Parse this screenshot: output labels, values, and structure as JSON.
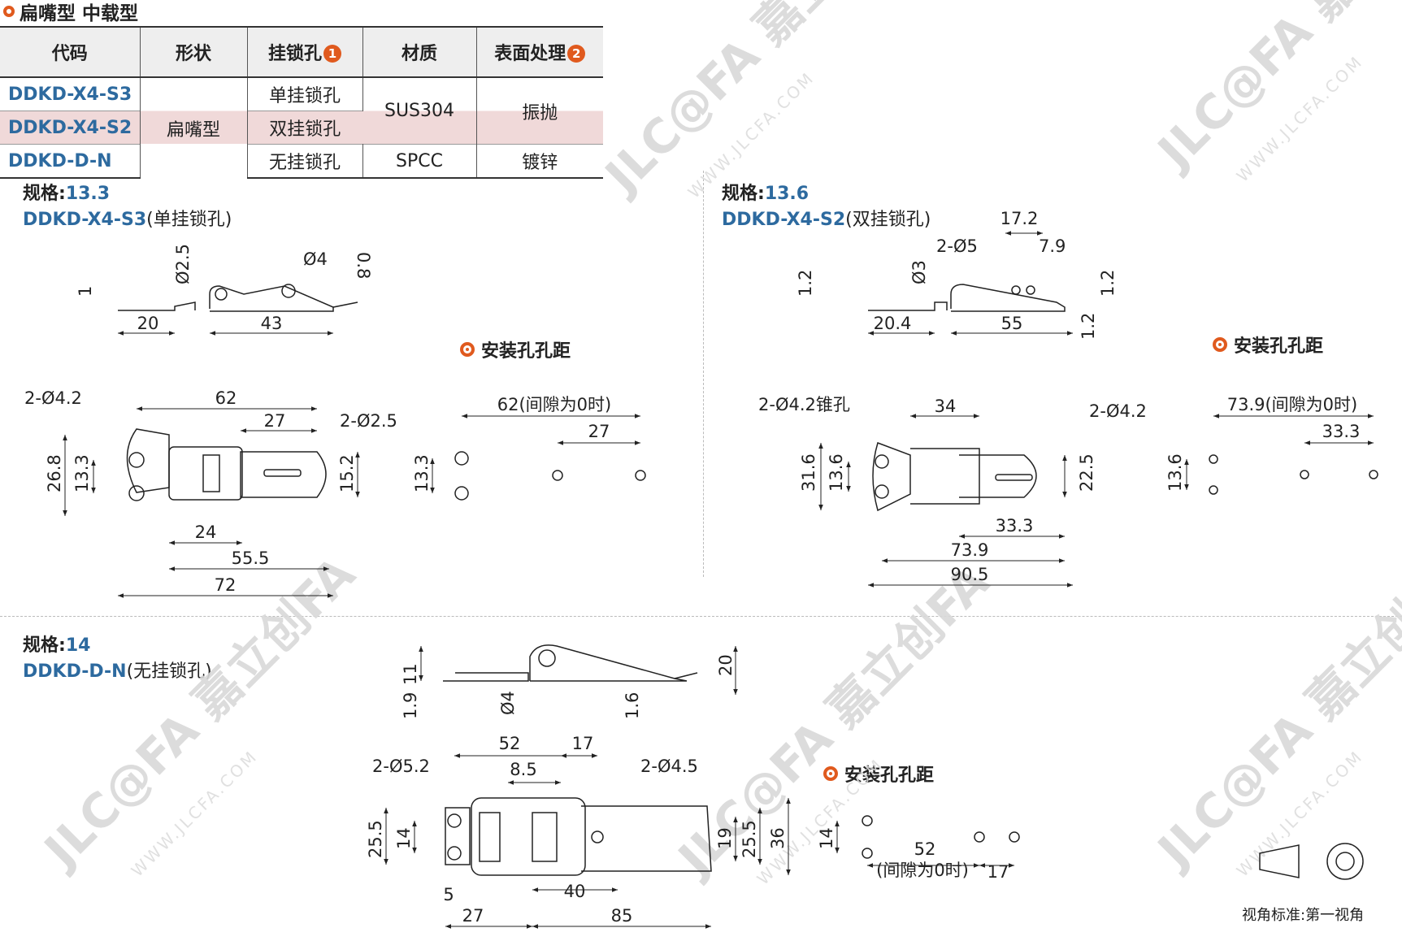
{
  "header": {
    "title": "扁嘴型 中载型"
  },
  "table": {
    "columns": [
      "代码",
      "形状",
      "挂锁孔",
      "材质",
      "表面处理"
    ],
    "badges": {
      "hole": "1",
      "surface": "2"
    },
    "rows": [
      {
        "code": "DDKD-X4-S3",
        "hole": "单挂锁孔"
      },
      {
        "code": "DDKD-X4-S2",
        "hole": "双挂锁孔"
      },
      {
        "code": "DDKD-D-N",
        "hole": "无挂锁孔"
      }
    ],
    "shape": "扁嘴型",
    "material_a": "SUS304",
    "material_b": "SPCC",
    "surface_a": "振抛",
    "surface_b": "镀锌"
  },
  "specs": [
    {
      "label": "规格:",
      "value": "13.3",
      "code": "DDKD-X4-S3",
      "desc": "(单挂锁孔)"
    },
    {
      "label": "规格:",
      "value": "13.6",
      "code": "DDKD-X4-S2",
      "desc": "(双挂锁孔)"
    },
    {
      "label": "规格:",
      "value": "14",
      "code": "DDKD-D-N",
      "desc": "(无挂锁孔)"
    }
  ],
  "hole_title": "安装孔孔距",
  "dims": {
    "s1": {
      "top_d25": "Ø2.5",
      "top_d4": "Ø4",
      "top_08": "0.8",
      "top_1": "1",
      "top_20": "20",
      "top_43": "43",
      "h1": "2-Ø4.2",
      "h2": "62",
      "h3": "27",
      "h4": "2-Ø2.5",
      "v1": "26.8",
      "v2": "13.3",
      "v3": "15.2",
      "b1": "24",
      "b2": "55.5",
      "b3": "72",
      "p_top": "62(间隙为0时)",
      "p_27": "27",
      "p_v": "13.3"
    },
    "s2": {
      "t172": "17.2",
      "t25": "2-Ø5",
      "t79": "7.9",
      "t3": "Ø3",
      "t12a": "1.2",
      "t12b": "1.2",
      "t12c": "1.2",
      "t204": "20.4",
      "t55": "55",
      "h1": "2-Ø4.2锥孔",
      "h2": "34",
      "h3": "2-Ø4.2",
      "v1": "31.6",
      "v2": "13.6",
      "v3": "22.5",
      "b1": "33.3",
      "b2": "73.9",
      "b3": "90.5",
      "p_top": "73.9(间隙为0时)",
      "p_333": "33.3",
      "p_v": "13.6"
    },
    "s3": {
      "t11": "11",
      "t19": "1.9",
      "t4": "Ø4",
      "t16": "1.6",
      "t20": "20",
      "h52": "52",
      "h17": "17",
      "h85a": "8.5",
      "hd52": "2-Ø5.2",
      "hd45": "2-Ø4.5",
      "v255": "25.5",
      "v14": "14",
      "v19": "19",
      "v255b": "25.5",
      "v36": "36",
      "b5": "5",
      "b40": "40",
      "b27": "27",
      "b85": "85",
      "p_v": "14",
      "p_52": "52",
      "p_gap": "(间隙为0时)",
      "p_17": "17"
    }
  },
  "watermark": {
    "brand": "JLC@FA 嘉立创FA",
    "url": "WWW.JLCFA.COM"
  },
  "view_standard": "视角标准:第一视角"
}
